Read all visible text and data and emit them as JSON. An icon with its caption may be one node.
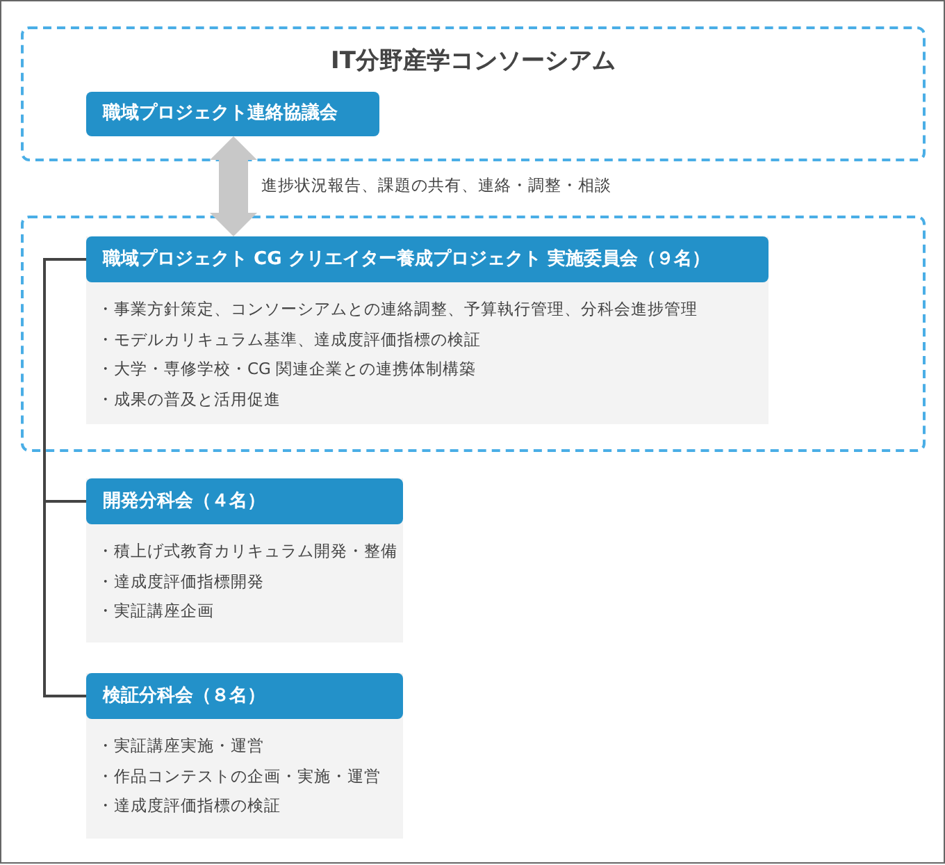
{
  "diagram": {
    "nodes": [
      {
        "text": [
          "IT分野産学コンソーシアム"
        ]
      },
      {
        "text": [
          "職域プロジェクト連絡協議会"
        ],
        "in": 0
      },
      {
        "text": [],
        "shape": "box"
      },
      {
        "text": [
          "職域プロジェクト CG クリエイター養成プロジェクト 実施委員会（９名）",
          "・事業方針策定、コンソーシアムとの連絡調整、予算執行管理、分科会進捗管理",
          "・モデルカリキュラム基準、達成度評価指標の検証",
          "・大学・専修学校・CG 関連企業との連携体制構築",
          "・成果の普及と活用促進"
        ],
        "in": 2
      },
      {
        "text": [
          "開発分科会（４名）",
          "・積上げ式教育カリキュラム開発・整備",
          "・達成度評価指標開発",
          "・実証講座企画"
        ]
      },
      {
        "text": [
          "検証分科会（８名）",
          "・実証講座実施・運営",
          "・作品コンテストの企画・実施・運営",
          "・達成度評価指標の検証"
        ]
      }
    ],
    "edges": [
      {
        "from": 1,
        "to": 3,
        "arrow": "both",
        "label": "進捗状況報告、課題の共有、連絡・調整・相談",
        "style": "thick",
        "color": "#c8c8c8"
      },
      {
        "from": 3,
        "to": 4,
        "arrow": "none"
      },
      {
        "from": 3,
        "to": 5,
        "arrow": "none"
      }
    ]
  }
}
